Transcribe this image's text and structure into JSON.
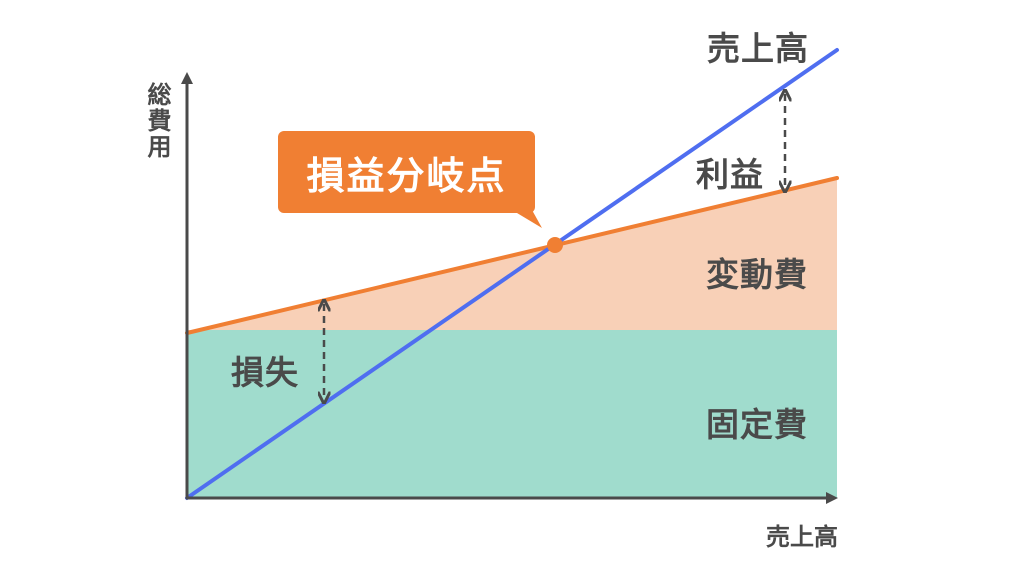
{
  "colors": {
    "sales_line": "#4f6ef0",
    "total_cost_line": "#f07f33",
    "variable_cost_fill": "#f8d0b7",
    "fixed_cost_fill": "#a0dccd",
    "axis": "#4a4a4a",
    "text": "#4a4a4a",
    "callout_bg": "#f07f33",
    "callout_text": "#ffffff"
  },
  "axes": {
    "y_label": "総費用",
    "x_label": "売上高"
  },
  "callout": {
    "label": "損益分岐点"
  },
  "regions": {
    "variable_cost": "変動費",
    "fixed_cost": "固定費",
    "profit": "利益",
    "loss": "損失"
  },
  "lines": {
    "sales": "売上高"
  },
  "chart_data": {
    "type": "line",
    "title": "損益分岐点",
    "xlabel": "売上高",
    "ylabel": "総費用",
    "grid": false,
    "ticks": "none",
    "series": [
      {
        "name": "売上高",
        "color": "#4f6ef0",
        "x": [
          0,
          100
        ],
        "y": [
          0,
          100
        ]
      },
      {
        "name": "総費用 (固定費+変動費)",
        "color": "#f07f33",
        "x": [
          0,
          100
        ],
        "y": [
          37,
          71.5
        ]
      },
      {
        "name": "固定費",
        "color": "#a0dccd",
        "x": [
          0,
          100
        ],
        "y": [
          37,
          37
        ],
        "fill": true
      }
    ],
    "areas": [
      {
        "name": "固定費",
        "from": 0,
        "to": "固定費 level"
      },
      {
        "name": "変動費",
        "from": "固定費 level",
        "to": "総費用 line"
      }
    ],
    "annotations": [
      {
        "text": "損益分岐点",
        "x": 56.5,
        "y": 56.5,
        "type": "point"
      },
      {
        "text": "利益",
        "x": 92,
        "type": "gap",
        "between": [
          "売上高",
          "総費用"
        ]
      },
      {
        "text": "損失",
        "x": 21,
        "type": "gap",
        "between": [
          "総費用",
          "売上高"
        ]
      },
      {
        "text": "変動費",
        "type": "region-label"
      },
      {
        "text": "固定費",
        "type": "region-label"
      }
    ],
    "xlim": [
      0,
      100
    ],
    "ylim": [
      0,
      100
    ]
  }
}
